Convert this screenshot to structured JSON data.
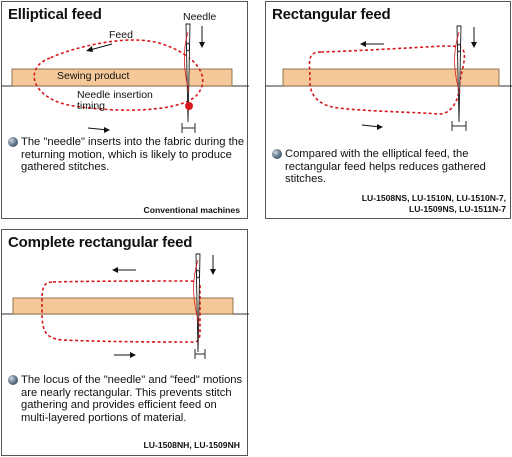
{
  "panels": [
    {
      "title": "Elliptical feed",
      "labels": {
        "needle": "Needle",
        "feed": "Feed",
        "sewing_product": "Sewing product",
        "needle_insertion_timing": "Needle insertion\ntiming"
      },
      "description": "The \"needle\" inserts into the fabric during the returning motion, which is likely to produce gathered stitches.",
      "models": "Conventional machines"
    },
    {
      "title": "Rectangular feed",
      "description": "Compared with the elliptical feed, the rectangular feed helps reduces gathered stitches.",
      "models": "LU-1508NS, LU-1510N, LU-1510N-7,\nLU-1509NS, LU-1511N-7"
    },
    {
      "title": "Complete rectangular feed",
      "description": "The locus of the \"needle\" and \"feed\" motions are nearly rectangular. This prevents stitch gathering and provides efficient feed on multi-layered portions of material.",
      "models": "LU-1508NH, LU-1509NH"
    }
  ],
  "colors": {
    "fabric": "#f5c89a",
    "fabric_border": "#7a5a30",
    "locus": "#d7191c",
    "needle": "#1a1a1a",
    "bullet": "#4a6275"
  },
  "icons": [
    "needle-icon",
    "arrow-left-icon",
    "arrow-right-icon",
    "arrow-down-icon",
    "bullet-icon"
  ]
}
